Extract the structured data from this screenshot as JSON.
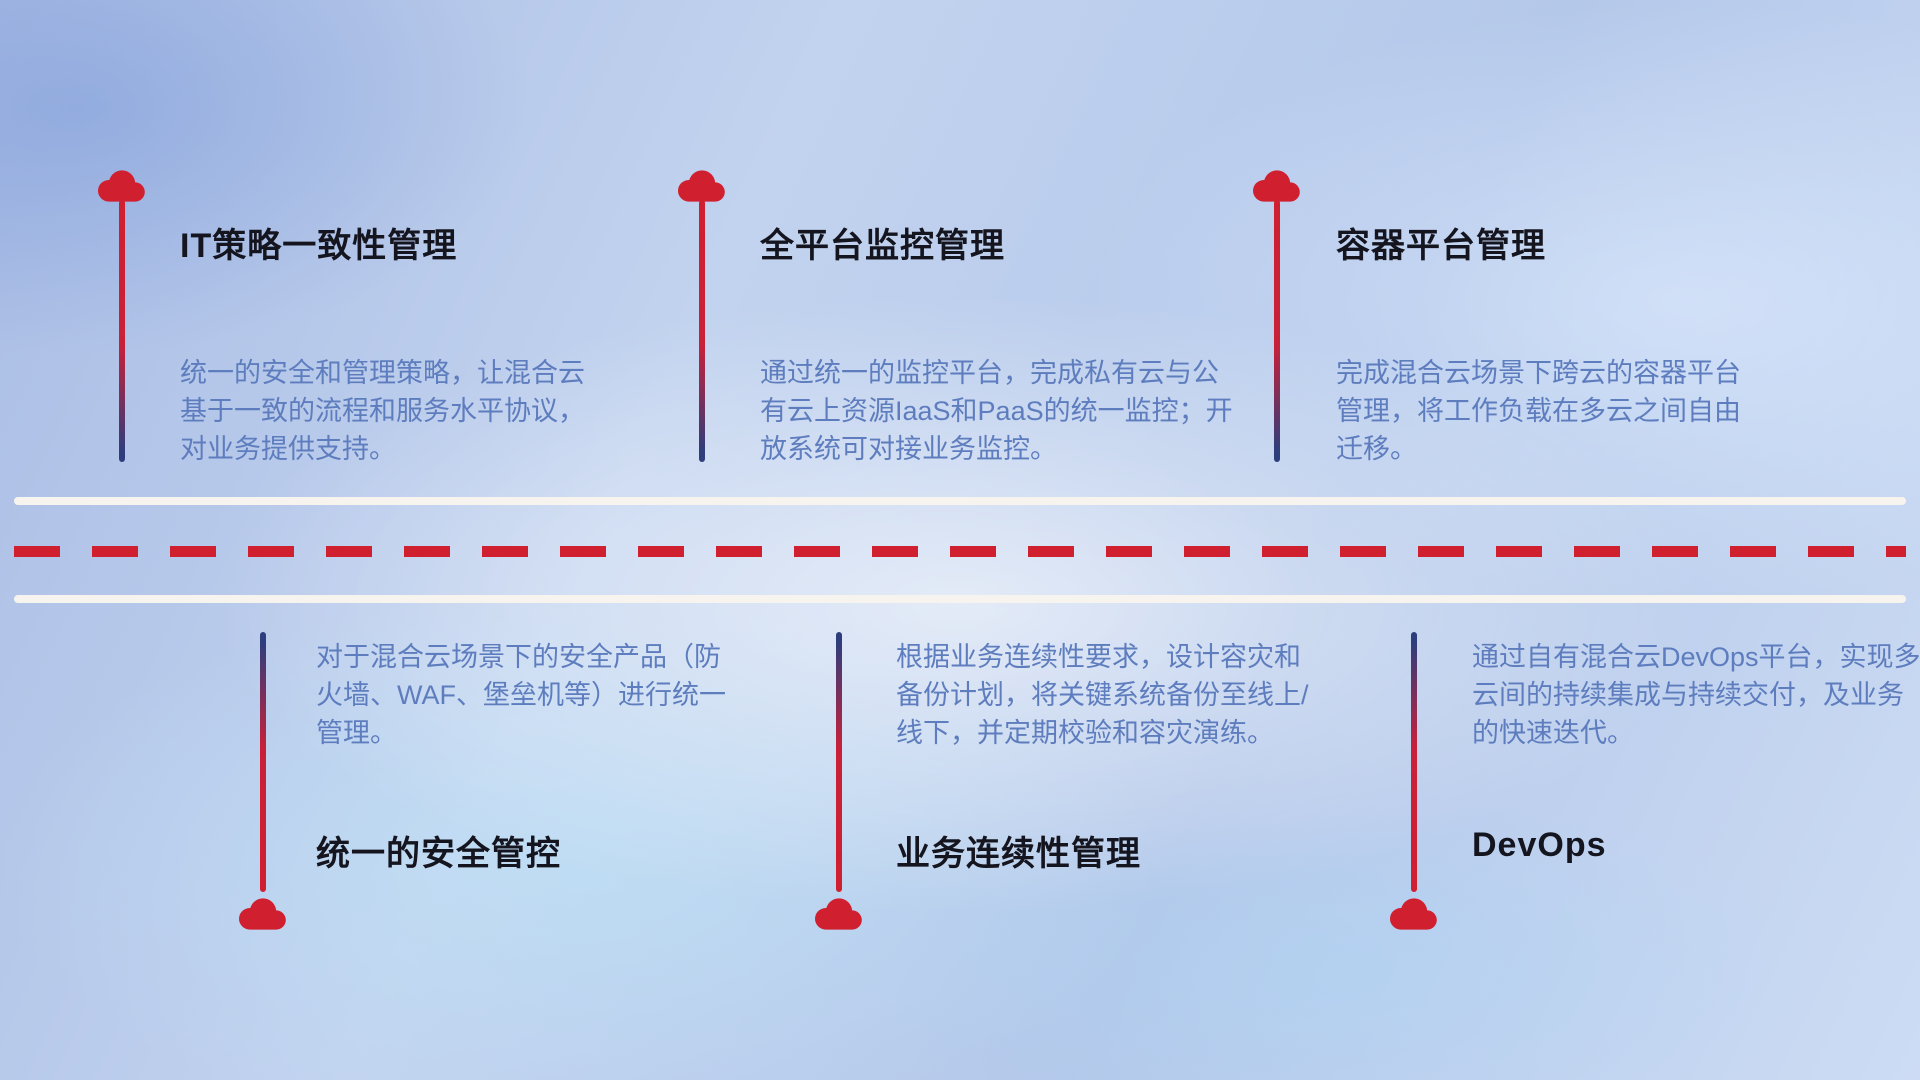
{
  "top_items": [
    {
      "title": "IT策略一致性管理",
      "description": "统一的安全和管理策略，让混合云基于一致的流程和服务水平协议，对业务提供支持。"
    },
    {
      "title": "全平台监控管理",
      "description": "通过统一的监控平台，完成私有云与公有云上资源IaaS和PaaS的统一监控；开放系统可对接业务监控。"
    },
    {
      "title": "容器平台管理",
      "description": "完成混合云场景下跨云的容器平台管理，将工作负载在多云之间自由迁移。"
    }
  ],
  "bottom_items": [
    {
      "title": "统一的安全管控",
      "description": "对于混合云场景下的安全产品（防火墙、WAF、堡垒机等）进行统一管理。"
    },
    {
      "title": "业务连续性管理",
      "description": "根据业务连续性要求，设计容灾和备份计划，将关键系统备份至线上/线下，并定期校验和容灾演练。"
    },
    {
      "title": "DevOps",
      "description": "通过自有混合云DevOps平台，实现多云间的持续集成与持续交付，及业务的快速迭代。"
    }
  ],
  "icons": {
    "marker": "cloud-icon"
  },
  "colors": {
    "accent_red": "#d01f2f",
    "line_navy": "#2e3e7c",
    "description_text": "#5e7dbe",
    "title_text": "#15151f",
    "road_line_white": "#f7f4f0"
  }
}
